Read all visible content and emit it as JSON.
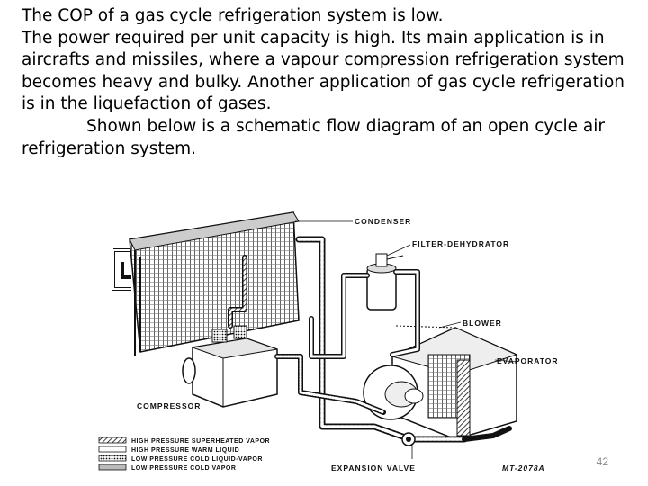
{
  "paragraphs": {
    "p1": "The COP of a gas cycle refrigeration system is low.",
    "p2": "The power required per unit capacity is high. Its main application is in aircrafts and missiles, where a vapour compression refrigeration system becomes heavy and bulky. Another application of gas cycle refrigeration is in the liquefaction of gases.",
    "p3": "Shown below is a schematic flow diagram of an open cycle air refrigeration system."
  },
  "diagram": {
    "labels": {
      "condenser": "CONDENSER",
      "filter_dehydrator": "FILTER-DEHYDRATOR",
      "blower": "BLOWER",
      "evaporator": "EVAPORATOR",
      "compressor": "COMPRESSOR",
      "expansion_valve": "EXPANSION VALVE",
      "figure_code": "MT-2078A"
    },
    "legend": [
      "HIGH PRESSURE SUPERHEATED VAPOR",
      "HIGH PRESSURE WARM LIQUID",
      "LOW PRESSURE COLD LIQUID-VAPOR",
      "LOW PRESSURE COLD VAPOR"
    ]
  },
  "page_number": "42"
}
